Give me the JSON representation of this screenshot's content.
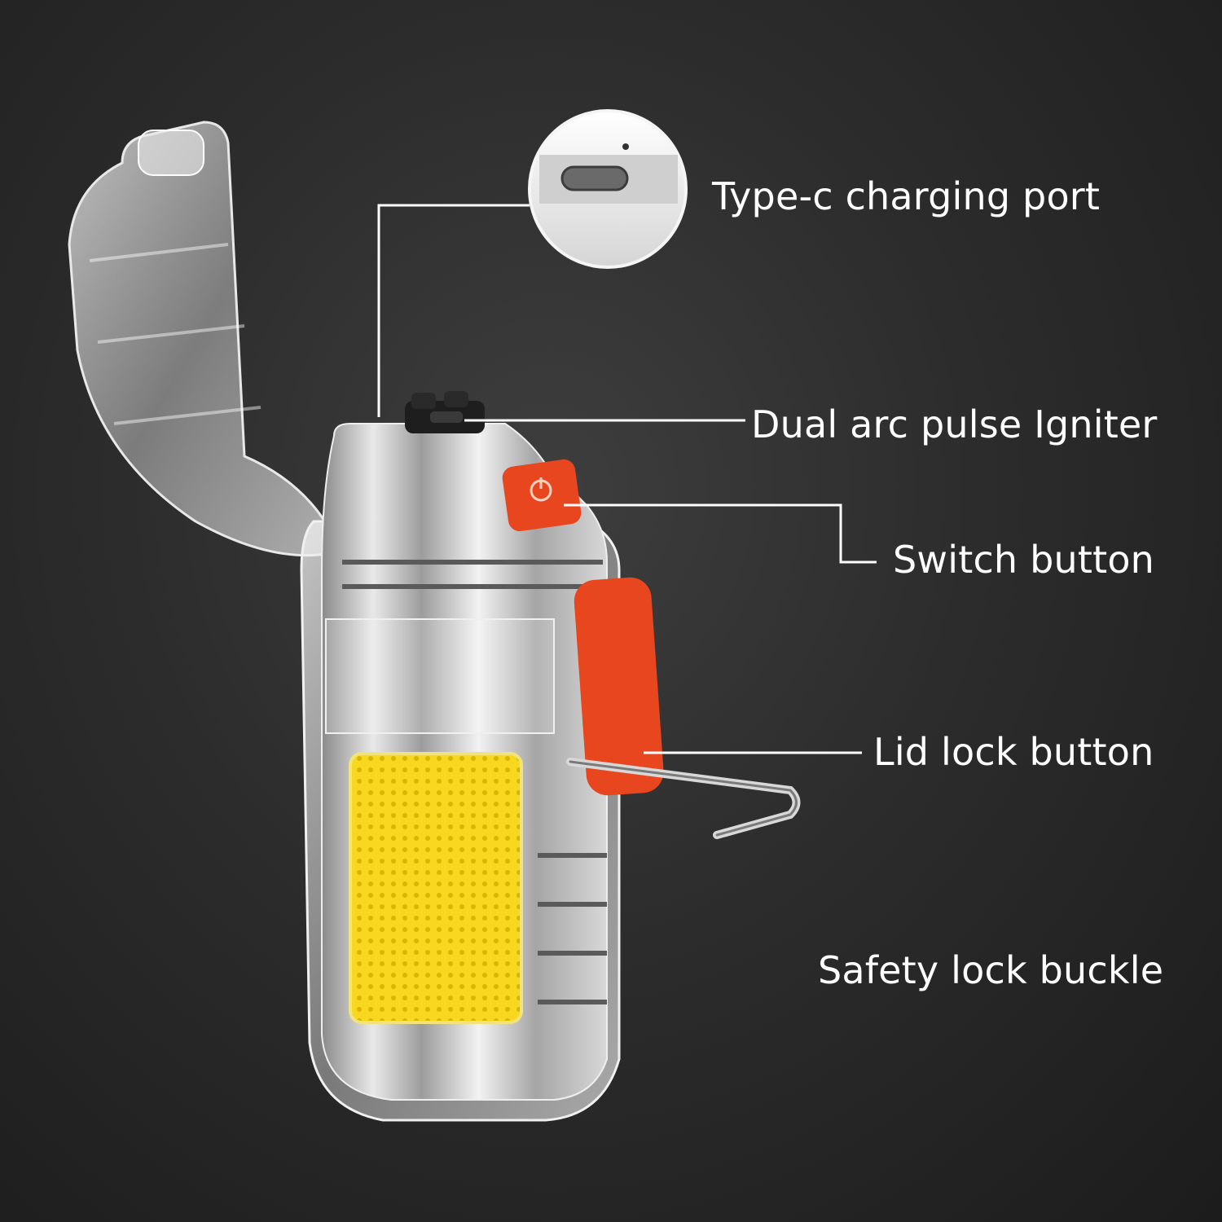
{
  "labels": {
    "charging_port": "Type-c charging port",
    "igniter": "Dual arc pulse Igniter",
    "switch_button": "Switch button",
    "lid_lock_button": "Lid lock button",
    "safety_lock_buckle": "Safety lock buckle"
  },
  "colors": {
    "background": "#2c2c2c",
    "label_text": "#ffffff",
    "leader_line": "#ffffff",
    "accent_orange": "#e8461e",
    "led_yellow": "#f5d21a",
    "chrome": "#c9c9c9"
  }
}
